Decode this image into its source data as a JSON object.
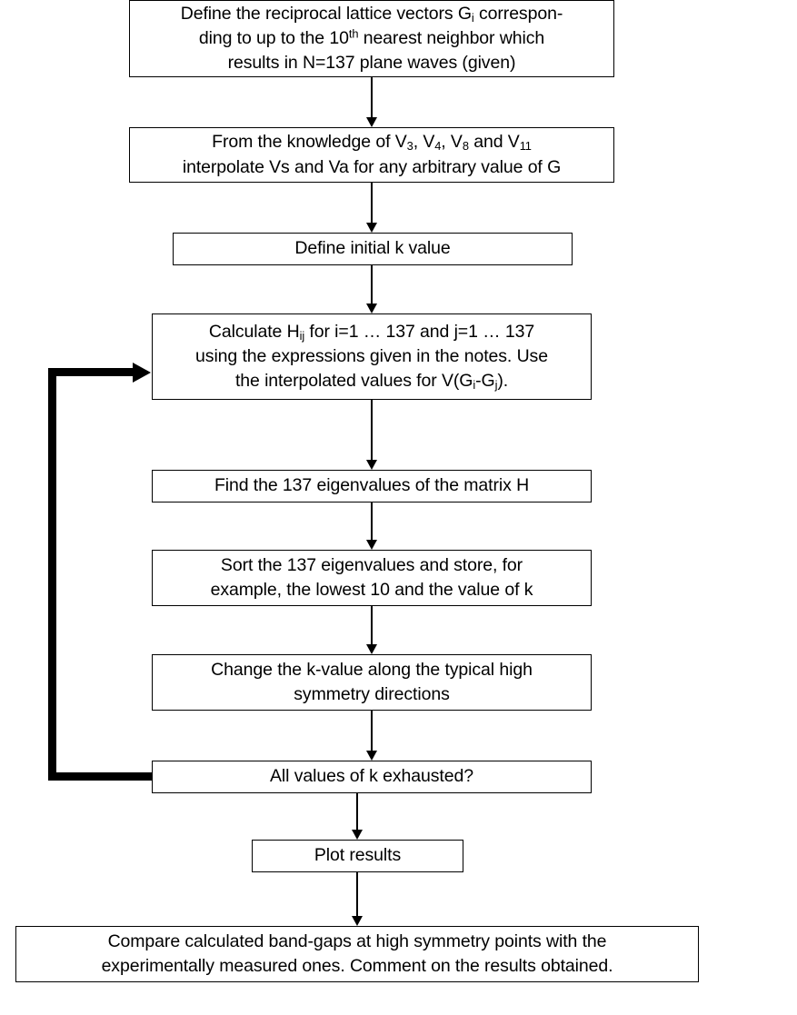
{
  "diagram": {
    "title": "Band structure calculation flowchart",
    "stroke_color": "#000000",
    "fill_color": "#ffffff",
    "nodes": [
      {
        "id": "define-lattice-vectors",
        "name": "define-reciprocal-lattice-vectors-box",
        "lines": [
          "Define the reciprocal lattice vectors Gᵢ correspon-",
          "ding to up to the 10ᵗʰ nearest neighbor which",
          "results in N=137 plane waves (given)"
        ],
        "text": "Define the reciprocal lattice vectors Gi corresponding to up to the 10th nearest neighbor which results in N=137 plane waves (given)"
      },
      {
        "id": "interpolate-potentials",
        "name": "interpolate-form-factors-box",
        "lines": [
          "From the knowledge of V₃, V₄, V₈ and V₁₁",
          "interpolate Vs and Va for any arbitrary value of G"
        ],
        "text": "From the knowledge of V3, V4, V8 and V11 interpolate Vs and Va for any arbitrary value of G"
      },
      {
        "id": "define-initial-k",
        "name": "define-initial-k-value-box",
        "lines": [
          "Define initial k value"
        ],
        "text": "Define initial k value"
      },
      {
        "id": "calculate-hamiltonian",
        "name": "calculate-hamiltonian-box",
        "lines": [
          "Calculate Hᵢⱼ for i=1 … 137 and j=1 … 137",
          "using the expressions given in the notes. Use",
          "the interpolated values for V(Gᵢ-Gⱼ)."
        ],
        "text": "Calculate Hij for i=1 … 137 and j=1 … 137 using the expressions given in the notes. Use the interpolated values for V(Gi-Gj)."
      },
      {
        "id": "find-eigenvalues",
        "name": "find-eigenvalues-box",
        "lines": [
          "Find the 137 eigenvalues of the matrix H"
        ],
        "text": "Find the 137 eigenvalues of the matrix H"
      },
      {
        "id": "sort-eigenvalues",
        "name": "sort-eigenvalues-box",
        "lines": [
          "Sort the 137 eigenvalues and store, for",
          "example, the lowest 10 and the value of k"
        ],
        "text": "Sort the 137 eigenvalues and store, for example, the lowest 10 and the value of k"
      },
      {
        "id": "change-k-value",
        "name": "change-k-value-box",
        "lines": [
          "Change the k-value along the typical high",
          "symmetry directions"
        ],
        "text": "Change the k-value along the typical high symmetry directions"
      },
      {
        "id": "k-exhausted",
        "name": "all-k-exhausted-decision-box",
        "lines": [
          "All values of k exhausted?"
        ],
        "text": "All values of k exhausted?"
      },
      {
        "id": "plot-results",
        "name": "plot-results-box",
        "lines": [
          "Plot results"
        ],
        "text": "Plot results"
      },
      {
        "id": "compare-band-gaps",
        "name": "compare-band-gaps-box",
        "lines": [
          "Compare calculated band-gaps at high symmetry points with the",
          "experimentally measured ones. Comment on the results obtained."
        ],
        "text": "Compare calculated band-gaps at high symmetry points with the experimentally measured ones. Comment on the results obtained."
      }
    ],
    "connectors": [
      {
        "name": "arrow-lattice-to-interpolate",
        "from": "define-lattice-vectors",
        "to": "interpolate-potentials"
      },
      {
        "name": "arrow-interpolate-to-define-k",
        "from": "interpolate-potentials",
        "to": "define-initial-k"
      },
      {
        "name": "arrow-define-k-to-calculate-h",
        "from": "define-initial-k",
        "to": "calculate-hamiltonian"
      },
      {
        "name": "arrow-calculate-h-to-find-eigenvalues",
        "from": "calculate-hamiltonian",
        "to": "find-eigenvalues"
      },
      {
        "name": "arrow-find-to-sort-eigenvalues",
        "from": "find-eigenvalues",
        "to": "sort-eigenvalues"
      },
      {
        "name": "arrow-sort-to-change-k",
        "from": "sort-eigenvalues",
        "to": "change-k-value"
      },
      {
        "name": "arrow-change-k-to-decision",
        "from": "change-k-value",
        "to": "k-exhausted"
      },
      {
        "name": "arrow-decision-to-plot",
        "from": "k-exhausted",
        "to": "plot-results"
      },
      {
        "name": "arrow-plot-to-compare",
        "from": "plot-results",
        "to": "compare-band-gaps"
      },
      {
        "name": "feedback-loop-decision-to-calculate-h",
        "from": "k-exhausted",
        "to": "calculate-hamiltonian",
        "style": "thick-left-loop"
      }
    ]
  }
}
